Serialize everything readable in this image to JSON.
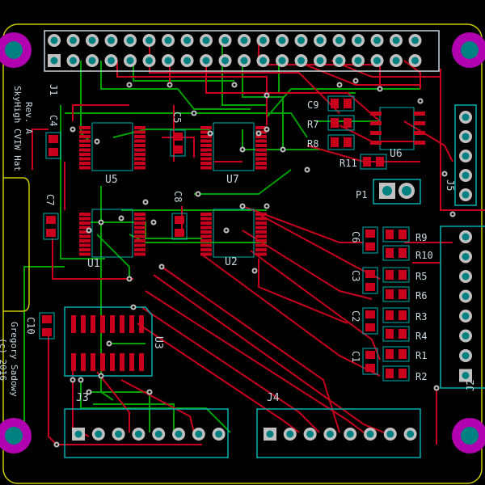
{
  "board": {
    "silkscreen_title_lines": [
      "SkyHigh CVIW Hat",
      "Rev. A"
    ],
    "silkscreen_credit_lines": [
      "Gregory Sadowy",
      "(c) 2016"
    ]
  },
  "labels": {
    "J1": "J1",
    "U5": "U5",
    "U7": "U7",
    "U1": "U1",
    "U2": "U2",
    "U3": "U3",
    "U6": "U6",
    "C4": "C4",
    "C5": "C5",
    "C7": "C7",
    "C8": "C8",
    "C9": "C9",
    "C10": "C10",
    "C1": "C1",
    "C2": "C2",
    "C3": "C3",
    "C6": "C6",
    "R7": "R7",
    "R8": "R8",
    "R11": "R11",
    "P1": "P1",
    "J5": "J5",
    "J2": "J2",
    "J3": "J3",
    "J4": "J4",
    "R9": "R9",
    "R10": "R10",
    "R5": "R5",
    "R6": "R6",
    "R3": "R3",
    "R4": "R4",
    "R1": "R1",
    "R2": "R2"
  },
  "colors": {
    "background": "#000000",
    "board_outline": "#c8c800",
    "silkscreen": "#c8d8e0",
    "copper_front": "#c8001e",
    "copper_back": "#00a000",
    "pad_copper": "#c0c0c0",
    "pad_hole": "#008080",
    "mount_ring": "#b000b0",
    "outline_cyan": "#00b0b0"
  }
}
